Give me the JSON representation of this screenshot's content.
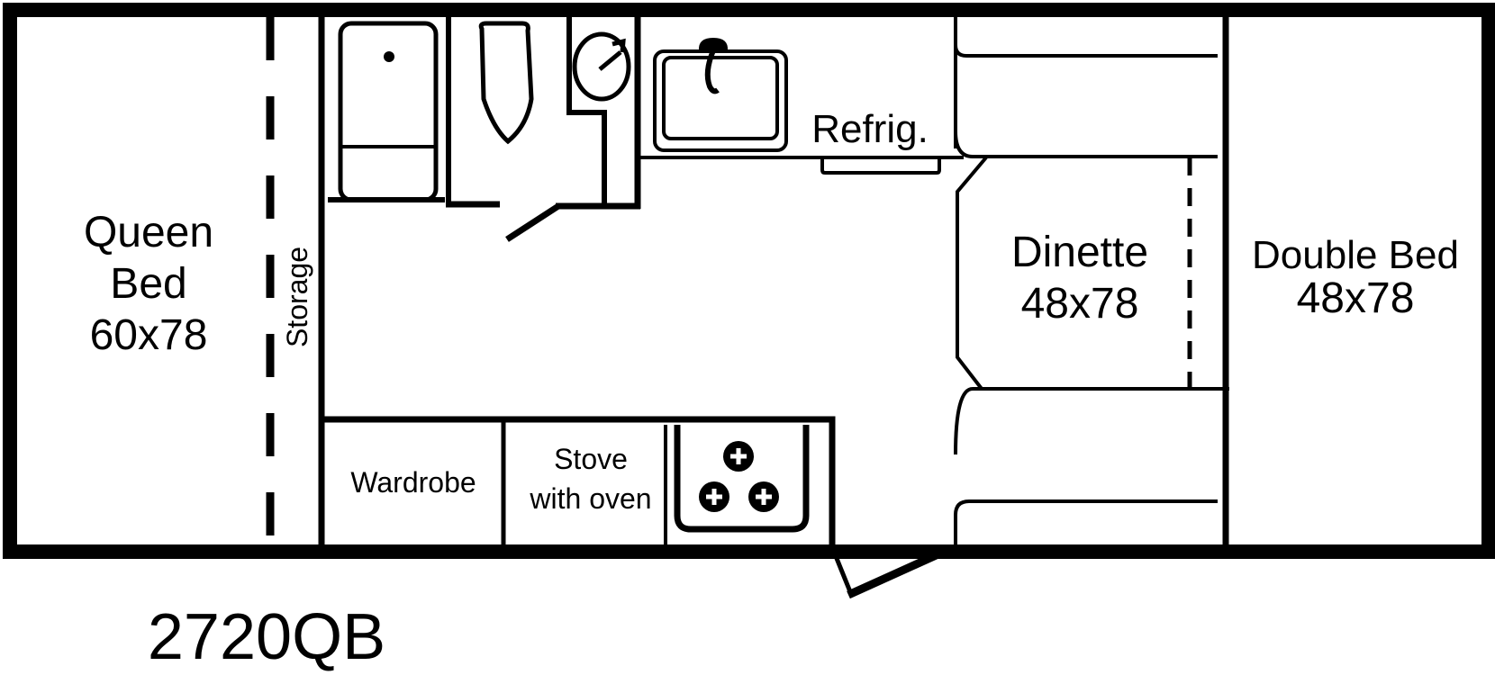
{
  "model": "2720QB",
  "rooms": {
    "queen_bed": {
      "line1": "Queen",
      "line2": "Bed",
      "size": "60x78"
    },
    "storage": "Storage",
    "refrigerator": "Refrig.",
    "dinette": {
      "name": "Dinette",
      "size": "48x78"
    },
    "double_bed": {
      "name": "Double Bed",
      "size": "48x78"
    },
    "wardrobe": "Wardrobe",
    "stove": {
      "line1": "Stove",
      "line2": "with oven"
    }
  },
  "colors": {
    "ink": "#000000",
    "paper": "#ffffff"
  }
}
